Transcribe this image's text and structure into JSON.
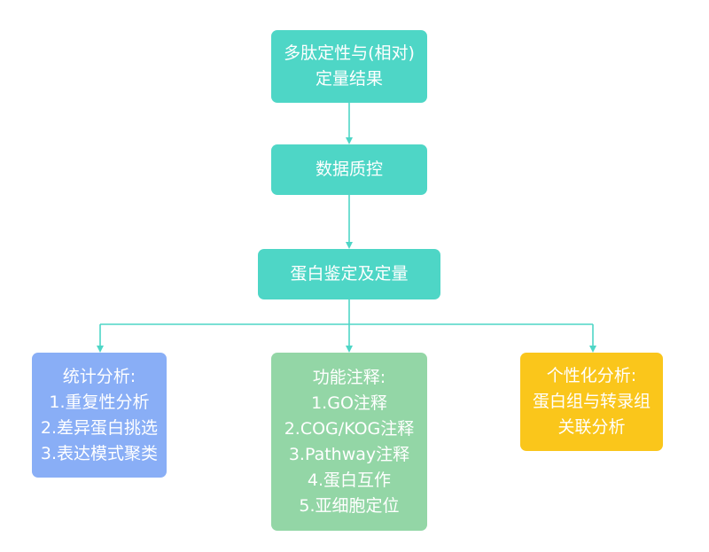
{
  "nodes": {
    "result": {
      "lines": [
        "多肽定性与(相对)",
        "定量结果"
      ],
      "color": "#4ed6c6"
    },
    "qc": {
      "lines": [
        "数据质控"
      ],
      "color": "#4ed6c6"
    },
    "protein": {
      "lines": [
        "蛋白鉴定及定量"
      ],
      "color": "#4ed6c6"
    },
    "stats": {
      "lines": [
        "统计分析:",
        "1.重复性分析",
        "2.差异蛋白挑选",
        "3.表达模式聚类"
      ],
      "color": "#89aef6"
    },
    "function": {
      "lines": [
        "功能注释:",
        "1.GO注释",
        "2.COG/KOG注释",
        "3.Pathway注释",
        "4.蛋白互作",
        "5.亚细胞定位"
      ],
      "color": "#93d6a6"
    },
    "custom": {
      "lines": [
        "个性化分析:",
        "蛋白组与转录组",
        "关联分析"
      ],
      "color": "#fac61b"
    }
  },
  "connector_color": "#4ed6c6"
}
